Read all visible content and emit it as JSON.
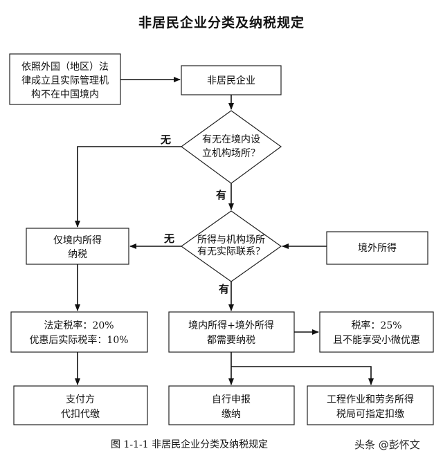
{
  "title": "非居民企业分类及纳税规定",
  "nodes": {
    "foreign_law": [
      "依照外国（地区）法",
      "律成立且实际管理机",
      "构不在中国境内"
    ],
    "nonresident": [
      "非居民企业"
    ],
    "has_office": [
      "有无在境内设",
      "立机构场所？"
    ],
    "domestic_only": [
      "仅境内所得",
      "纳税"
    ],
    "connection": [
      "所得与机构场所",
      "有无实际联系？"
    ],
    "foreign_income": [
      "境外所得"
    ],
    "rates": [
      "法定税率：20%",
      "优惠后实际税率：10%"
    ],
    "both_income": [
      "境内所得+境外所得",
      "都需要纳税"
    ],
    "rate25": [
      "税率：25%",
      "且不能享受小微优惠"
    ],
    "payer": [
      "支付方",
      "代扣代缴"
    ],
    "self_declare": [
      "自行申报",
      "缴纳"
    ],
    "engineering": [
      "工程作业和劳务所得",
      "税局可指定扣缴"
    ]
  },
  "edge_labels": {
    "no_1": "无",
    "yes_1": "有",
    "no_2": "无",
    "yes_2": "有"
  },
  "caption": "图 1-1-1    非居民企业分类及纳税规定",
  "watermark": "头条 @彭怀文"
}
